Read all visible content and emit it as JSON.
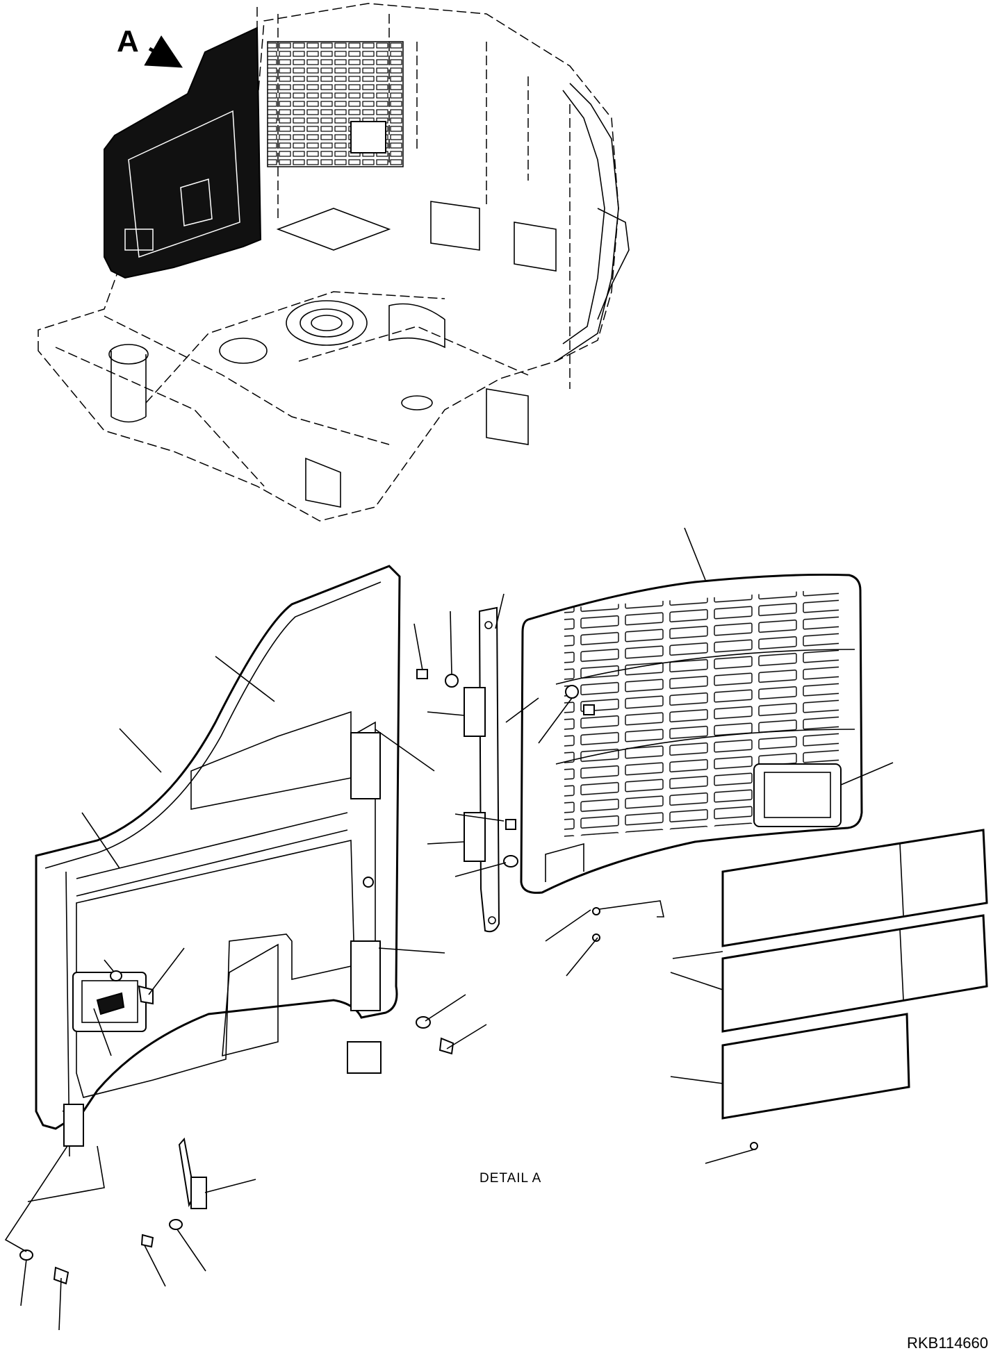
{
  "view_marker": {
    "letter": "A"
  },
  "detail_caption": "DETAIL A",
  "drawing_number": "RKB114660"
}
